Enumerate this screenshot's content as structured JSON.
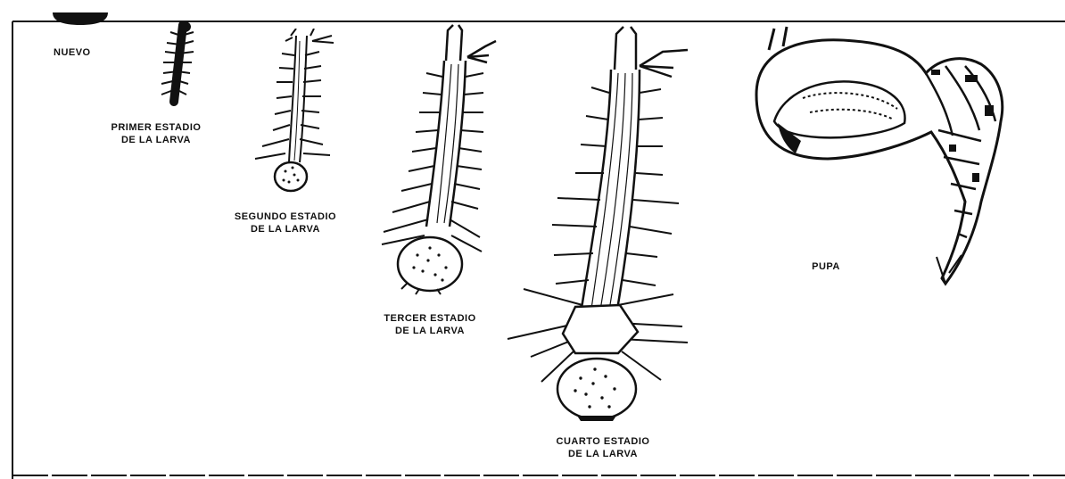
{
  "stages": [
    {
      "id": "egg",
      "lines": [
        "NUEVO"
      ]
    },
    {
      "id": "first-instar",
      "lines": [
        "PRIMER ESTADIO",
        "DE LA LARVA"
      ]
    },
    {
      "id": "second-instar",
      "lines": [
        "SEGUNDO ESTADIO",
        "DE LA LARVA"
      ]
    },
    {
      "id": "third-instar",
      "lines": [
        "TERCER ESTADIO",
        "DE LA LARVA"
      ]
    },
    {
      "id": "fourth-instar",
      "lines": [
        "CUARTO ESTADIO",
        "DE LA LARVA"
      ]
    },
    {
      "id": "pupa",
      "lines": [
        "PUPA"
      ]
    }
  ],
  "colors": {
    "ink": "#111111",
    "paper": "#ffffff"
  },
  "icons": [
    "egg-icon",
    "larva-icon",
    "pupa-icon"
  ]
}
